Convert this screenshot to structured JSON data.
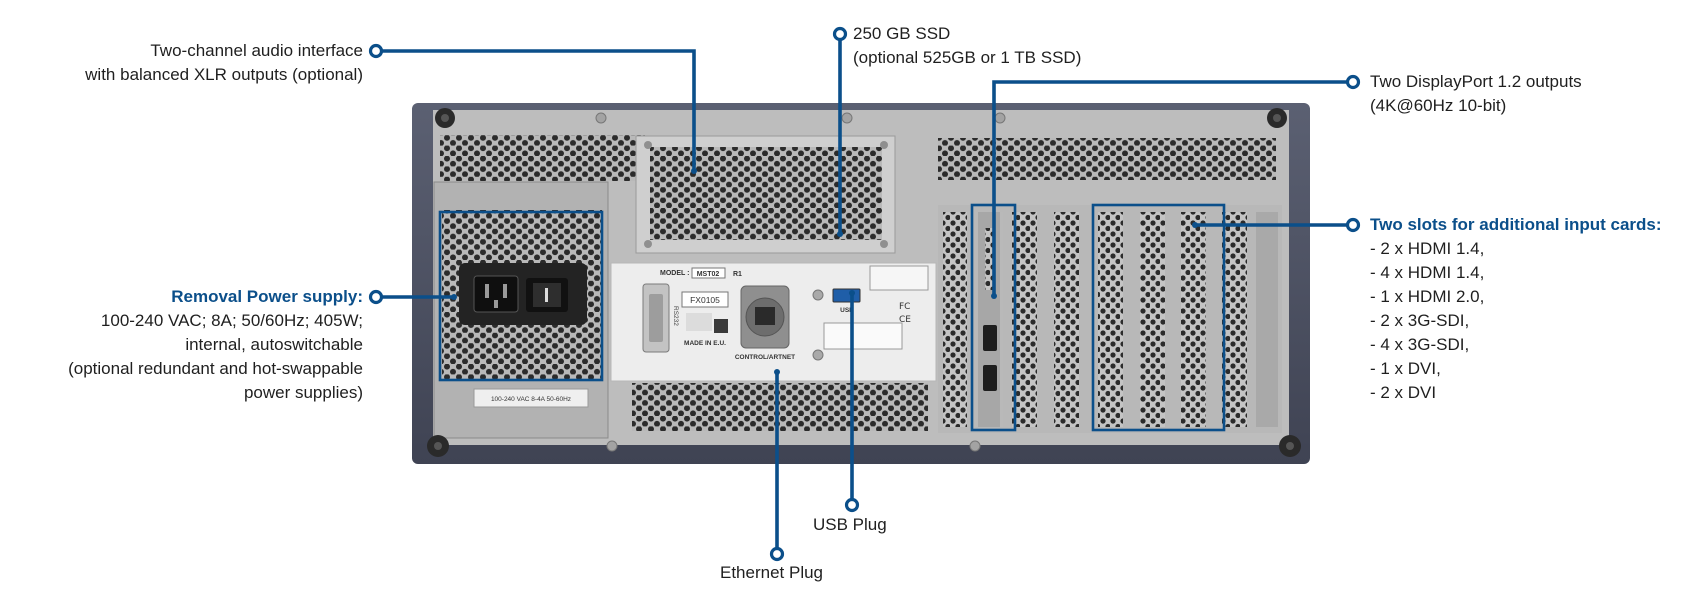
{
  "labels": {
    "audio": {
      "line1": "Two-channel audio interface",
      "line2": "with balanced XLR outputs (optional)"
    },
    "ssd": {
      "line1": "250 GB SSD",
      "line2": "(optional 525GB or 1 TB SSD)"
    },
    "displayport": {
      "line1": "Two DisplayPort 1.2 outputs",
      "line2": "(4K@60Hz 10-bit)"
    },
    "power": {
      "title": "Removal Power supply:",
      "line1": "100-240 VAC; 8A; 50/60Hz; 405W;",
      "line2": "internal, autoswitchable",
      "line3": "(optional redundant and hot-swappable",
      "line4": "power supplies)"
    },
    "input_cards": {
      "title": "Two slots for additional input cards:",
      "items": [
        "- 2 x HDMI 1.4,",
        "- 4 x HDMI 1.4,",
        "- 1 x HDMI 2.0,",
        "- 2 x 3G-SDI,",
        "- 4 x 3G-SDI,",
        "- 1 x DVI,",
        "- 2 x DVI"
      ]
    },
    "usb": "USB Plug",
    "ethernet": "Ethernet Plug"
  },
  "device_panel": {
    "model_label": "MODEL :",
    "model_value": "MST02",
    "revision": "R1",
    "serial_tag": "FX0105",
    "made_in": "MADE IN E.U.",
    "control_port": "CONTROL/ARTNET",
    "usb_port": "USB",
    "rs232": "RS232",
    "psu_rating": "100-240 VAC 8-4A 50-60Hz"
  },
  "colors": {
    "accent": "#0b4f8a",
    "chassis": "#4f5466",
    "panel": "#c9c9c9",
    "label_plate": "#eeeeee"
  }
}
